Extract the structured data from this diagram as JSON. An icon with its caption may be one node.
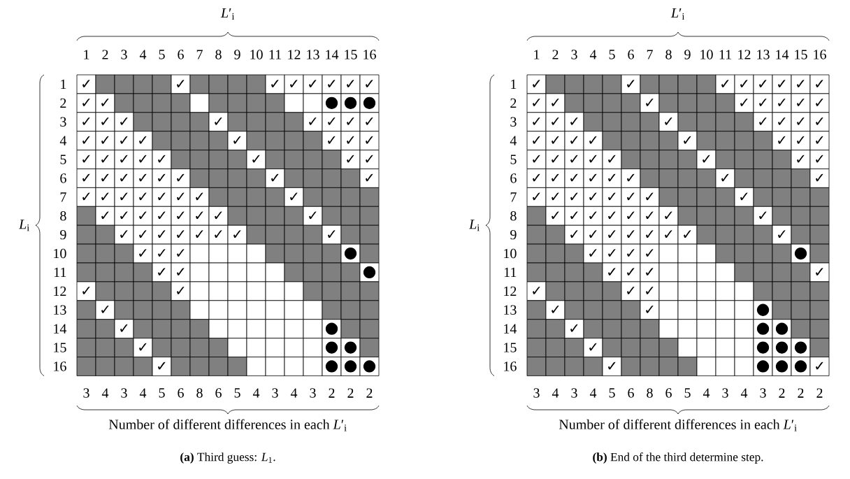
{
  "diagram": {
    "labels": [
      "*L*′$_{i}$",
      "1",
      "2",
      "3",
      "4",
      "5",
      "6",
      "7",
      "8",
      "9",
      "10",
      "11",
      "12",
      "13",
      "14",
      "15",
      "16",
      "*L*$_{i}$",
      "1",
      "✓",
      "✓",
      "✓",
      "✓",
      "✓",
      "✓",
      "✓",
      "✓",
      "2",
      "✓",
      "✓",
      "●",
      "●",
      "●",
      "3",
      "✓",
      "✓",
      "✓",
      "✓",
      "✓",
      "✓",
      "✓",
      "✓",
      "4",
      "✓",
      "✓",
      "✓",
      "✓",
      "✓",
      "✓",
      "✓",
      "✓",
      "5",
      "✓",
      "✓",
      "✓",
      "✓",
      "✓",
      "✓",
      "✓",
      "✓",
      "6",
      "✓",
      "✓",
      "✓",
      "✓",
      "✓",
      "✓",
      "✓",
      "✓",
      "7",
      "✓",
      "✓",
      "✓",
      "✓",
      "✓",
      "✓",
      "✓",
      "✓",
      "8",
      "✓",
      "✓",
      "✓",
      "✓",
      "✓",
      "✓",
      "✓",
      "✓",
      "9",
      "✓",
      "✓",
      "✓",
      "✓",
      "✓",
      "✓",
      "✓",
      "✓",
      "10",
      "✓",
      "✓",
      "✓",
      "●",
      "11",
      "✓",
      "✓",
      "●",
      "12",
      "✓",
      "✓",
      "13",
      "✓",
      "14",
      "✓",
      "●",
      "15",
      "✓",
      "●",
      "●",
      "16",
      "✓",
      "●",
      "●",
      "●",
      "3",
      "4",
      "3",
      "4",
      "5",
      "6",
      "8",
      "6",
      "5",
      "4",
      "3",
      "4",
      "3",
      "2",
      "2",
      "2",
      "Number of different differences in each *L*′$_{i}$",
      "**(a)** Third guess: *L*$_{1}$.",
      "*L*′$_{i}$",
      "1",
      "2",
      "3",
      "4",
      "5",
      "6",
      "7",
      "8",
      "9",
      "10",
      "11",
      "12",
      "13",
      "14",
      "15",
      "16",
      "*L*$_{i}$",
      "1",
      "✓",
      "✓",
      "✓",
      "✓",
      "✓",
      "✓",
      "✓",
      "✓",
      "2",
      "✓",
      "✓",
      "✓",
      "✓",
      "✓",
      "✓",
      "✓",
      "✓",
      "3",
      "✓",
      "✓",
      "✓",
      "✓",
      "✓",
      "✓",
      "✓",
      "✓",
      "4",
      "✓",
      "✓",
      "✓",
      "✓",
      "✓",
      "✓",
      "✓",
      "✓",
      "5",
      "✓",
      "✓",
      "✓",
      "✓",
      "✓",
      "✓",
      "✓",
      "✓",
      "6",
      "✓",
      "✓",
      "✓",
      "✓",
      "✓",
      "✓",
      "✓",
      "✓",
      "7",
      "✓",
      "✓",
      "✓",
      "✓",
      "✓",
      "✓",
      "✓",
      "✓",
      "8",
      "✓",
      "✓",
      "✓",
      "✓",
      "✓",
      "✓",
      "✓",
      "✓",
      "9",
      "✓",
      "✓",
      "✓",
      "✓",
      "✓",
      "✓",
      "✓",
      "✓",
      "10",
      "✓",
      "✓",
      "✓",
      "✓",
      "●",
      "11",
      "✓",
      "✓",
      "✓",
      "✓",
      "12",
      "✓",
      "✓",
      "✓",
      "13",
      "✓",
      "✓",
      "●",
      "14",
      "✓",
      "●",
      "●",
      "15",
      "✓",
      "●",
      "●",
      "●",
      "16",
      "✓",
      "●",
      "●",
      "●",
      "✓",
      "3",
      "4",
      "3",
      "4",
      "5",
      "6",
      "8",
      "6",
      "5",
      "4",
      "3",
      "4",
      "3",
      "2",
      "2",
      "2",
      "Number of different differences in each *L*′$_{i}$",
      "**(b)** End of the third determine step."
    ]
  }
}
